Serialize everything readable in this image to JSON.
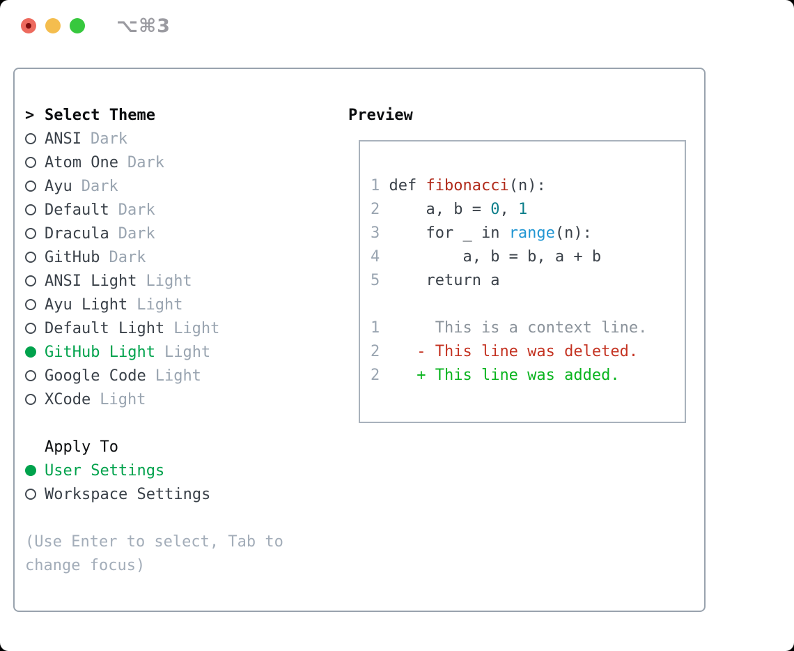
{
  "titlebar": {
    "title": "⌥⌘3"
  },
  "theme_panel": {
    "header": {
      "prompt": ">",
      "label": "Select Theme"
    },
    "themes": [
      {
        "name": "ANSI",
        "variant": "Dark",
        "selected": false
      },
      {
        "name": "Atom One",
        "variant": "Dark",
        "selected": false
      },
      {
        "name": "Ayu",
        "variant": "Dark",
        "selected": false
      },
      {
        "name": "Default",
        "variant": "Dark",
        "selected": false
      },
      {
        "name": "Dracula",
        "variant": "Dark",
        "selected": false
      },
      {
        "name": "GitHub",
        "variant": "Dark",
        "selected": false
      },
      {
        "name": "ANSI Light",
        "variant": "Light",
        "selected": false
      },
      {
        "name": "Ayu Light",
        "variant": "Light",
        "selected": false
      },
      {
        "name": "Default Light",
        "variant": "Light",
        "selected": false
      },
      {
        "name": "GitHub Light",
        "variant": "Light",
        "selected": true
      },
      {
        "name": "Google Code",
        "variant": "Light",
        "selected": false
      },
      {
        "name": "XCode",
        "variant": "Light",
        "selected": false
      }
    ],
    "apply_to": {
      "label": "Apply To",
      "options": [
        {
          "label": "User Settings",
          "selected": true
        },
        {
          "label": "Workspace Settings",
          "selected": false
        }
      ]
    },
    "hint_lines": [
      "(Use Enter to select, Tab to",
      "change focus)"
    ]
  },
  "preview": {
    "label": "Preview",
    "lines": [
      {
        "num": "1",
        "segments": [
          {
            "text": "def ",
            "style": "fg"
          },
          {
            "text": "fibonacci",
            "style": "func"
          },
          {
            "text": "(n):",
            "style": "fg"
          }
        ]
      },
      {
        "num": "2",
        "segments": [
          {
            "text": "    a, b = ",
            "style": "fg"
          },
          {
            "text": "0",
            "style": "lit"
          },
          {
            "text": ", ",
            "style": "fg"
          },
          {
            "text": "1",
            "style": "lit"
          }
        ]
      },
      {
        "num": "3",
        "segments": [
          {
            "text": "    for _ in ",
            "style": "fg"
          },
          {
            "text": "range",
            "style": "call"
          },
          {
            "text": "(n):",
            "style": "fg"
          }
        ]
      },
      {
        "num": "4",
        "segments": [
          {
            "text": "        a, b = b, a + b",
            "style": "fg"
          }
        ]
      },
      {
        "num": "5",
        "segments": [
          {
            "text": "    return a",
            "style": "fg"
          }
        ]
      },
      {
        "num": "",
        "segments": []
      },
      {
        "num": "1",
        "segments": [
          {
            "text": "     This is a context line.",
            "style": "ctx"
          }
        ]
      },
      {
        "num": "2",
        "segments": [
          {
            "text": "   - This line was deleted.",
            "style": "del"
          }
        ]
      },
      {
        "num": "2",
        "segments": [
          {
            "text": "   + This line was added.",
            "style": "add"
          }
        ]
      }
    ]
  },
  "colors": {
    "accent_green": "#00a24c",
    "diff_added_green": "#0ab41f",
    "diff_deleted_red": "#c43322",
    "function_red": "#b12b1b",
    "builtin_blue": "#2196d3",
    "number_teal": "#0d7f8b",
    "muted_gray": "#99a4b0",
    "panel_border": "#99a3ae",
    "traffic_red": "#ed6a5e",
    "traffic_yellow": "#f4bd4e",
    "traffic_green": "#37c83e"
  }
}
